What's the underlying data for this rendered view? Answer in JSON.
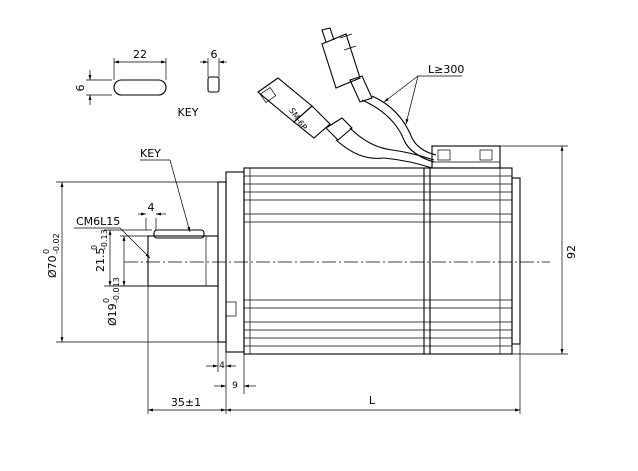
{
  "key_detail": {
    "title": "KEY",
    "length": "22",
    "width": "6",
    "height": "6"
  },
  "cable": {
    "length_label": "L≥300",
    "connector_label": "SM-6P"
  },
  "shaft": {
    "key_label": "KEY",
    "key_width": "4",
    "thread": "CM6L15",
    "key_depth": "21.5",
    "key_depth_tol_upper": "0",
    "key_depth_tol_lower": "-0.13",
    "diameter": "Ø19",
    "diameter_tol_upper": "0",
    "diameter_tol_lower": "-0.013",
    "length": "35±1"
  },
  "flange": {
    "pilot_diameter": "Ø70",
    "pilot_tol_upper": "0",
    "pilot_tol_lower": "-0.02",
    "thickness": "4",
    "offset": "9"
  },
  "body": {
    "height": "92",
    "length": "L"
  }
}
